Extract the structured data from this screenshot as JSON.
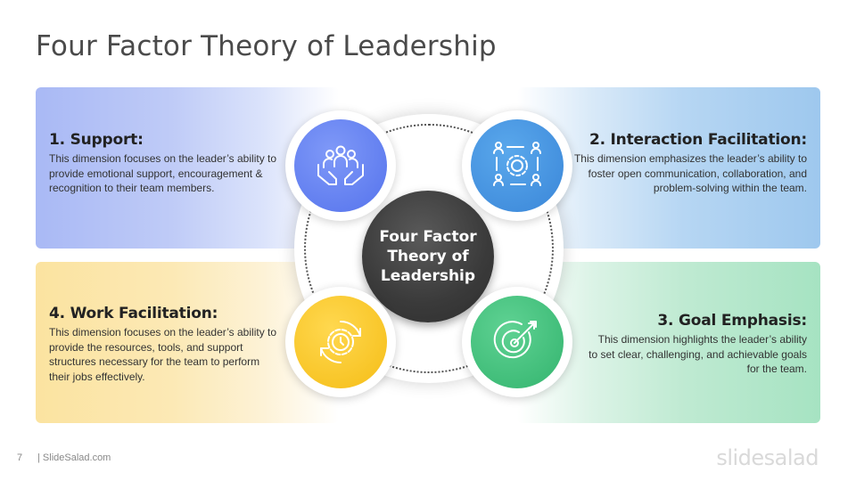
{
  "slide": {
    "title": "Four Factor Theory of Leadership",
    "center_label": "Four Factor Theory of Leadership",
    "page_number": "7",
    "footer_brand": "| SlideSalad.com",
    "logo": "slidesalad"
  },
  "factors": {
    "support": {
      "heading": "1. Support:",
      "description": "This dimension focuses on the leader’s ability to provide emotional support, encouragement & recognition to their team members.",
      "icon": "people-in-hands-icon",
      "color": "#5f7ef0"
    },
    "interaction": {
      "heading": "2. Interaction Facilitation:",
      "description": "This dimension emphasizes the leader’s ability to foster open communication, collaboration, and problem-solving within the team.",
      "icon": "team-gear-network-icon",
      "color": "#3d8ddc"
    },
    "goal": {
      "heading": "3. Goal Emphasis:",
      "description": "This dimension highlights the leader’s ability to set clear, challenging, and achievable goals for the team.",
      "icon": "target-arrow-icon",
      "color": "#3bbb74"
    },
    "work": {
      "heading": "4. Work Facilitation:",
      "description": "This dimension focuses on the leader’s ability to provide the resources, tools, and support structures necessary for the team to perform their jobs effectively.",
      "icon": "gear-clock-icon",
      "color": "#f7c325"
    }
  }
}
